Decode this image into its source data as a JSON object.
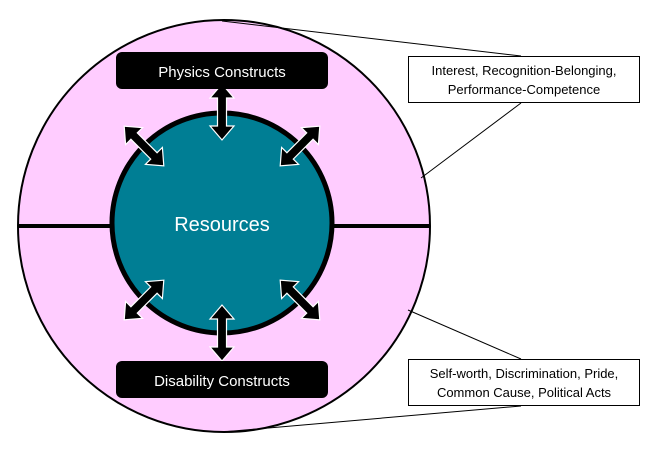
{
  "colors": {
    "outer_fill": "#ffccff",
    "inner_fill": "#007e94",
    "stroke": "#000000",
    "label_fill": "#000000",
    "label_text": "#ffffff",
    "center_text": "#ffffff"
  },
  "center": {
    "label": "Resources"
  },
  "top_box": {
    "label": "Physics Constructs"
  },
  "bottom_box": {
    "label": "Disability Constructs"
  },
  "callout_top": {
    "line1": "Interest, Recognition-Belonging,",
    "line2": "Performance-Competence"
  },
  "callout_bottom": {
    "line1": "Self-worth, Discrimination, Pride,",
    "line2": "Common Cause, Political Acts"
  },
  "arrows": {
    "count": 6,
    "type": "double-headed"
  }
}
